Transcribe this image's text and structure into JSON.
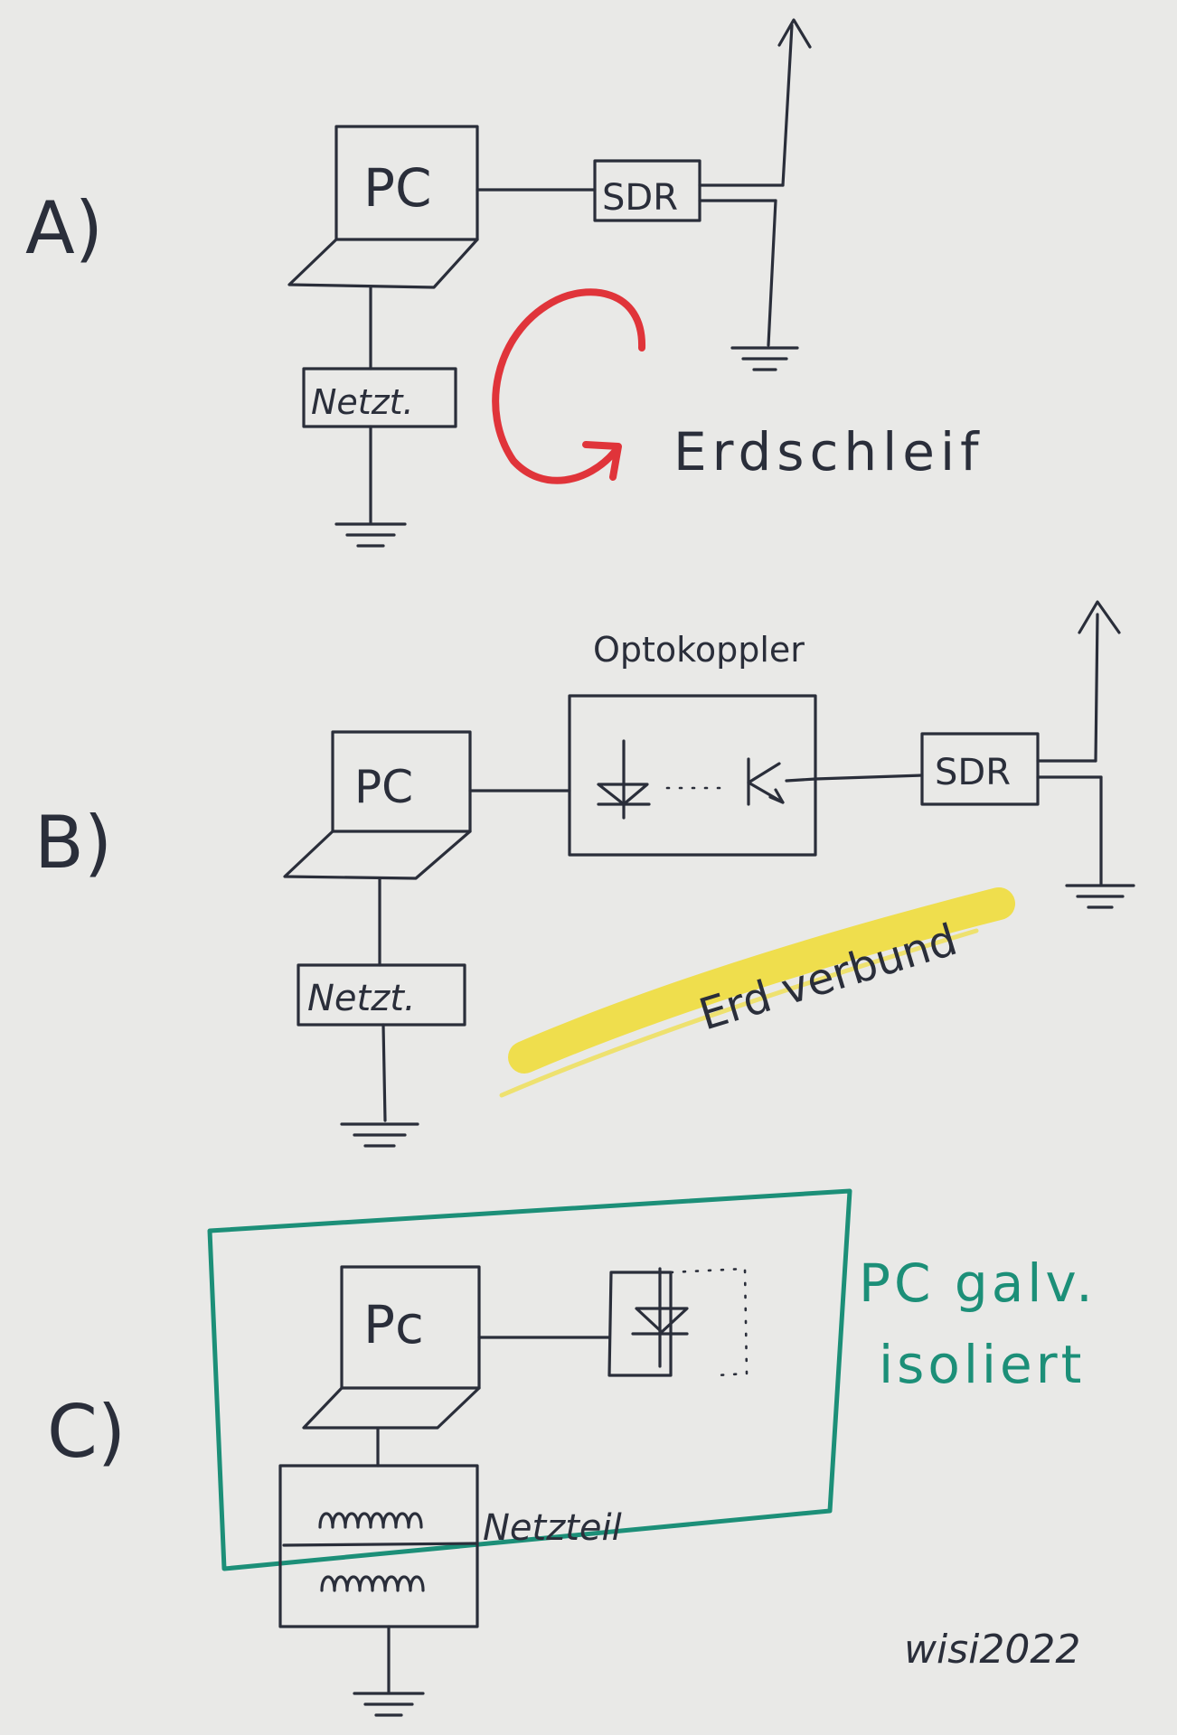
{
  "sections": {
    "a": {
      "label": "A)",
      "pc": "PC",
      "sdr": "SDR",
      "psu": "Netzt.",
      "loop_note": "Erdschleif"
    },
    "b": {
      "label": "B)",
      "pc": "PC",
      "sdr": "SDR",
      "psu": "Netzt.",
      "optocoupler": "Optokoppler",
      "ground_note": "Erd verbund"
    },
    "c": {
      "label": "C)",
      "pc": "Pc",
      "psu": "Netzteil",
      "isolation_note_1": "PC galv.",
      "isolation_note_2": "isoliert"
    }
  },
  "signature": "wisi2022",
  "colors": {
    "ink": "#2a2e3a",
    "loop_arrow": "#e0343a",
    "highlight": "#f0dd3c",
    "isolation_box": "#1c8f78"
  }
}
